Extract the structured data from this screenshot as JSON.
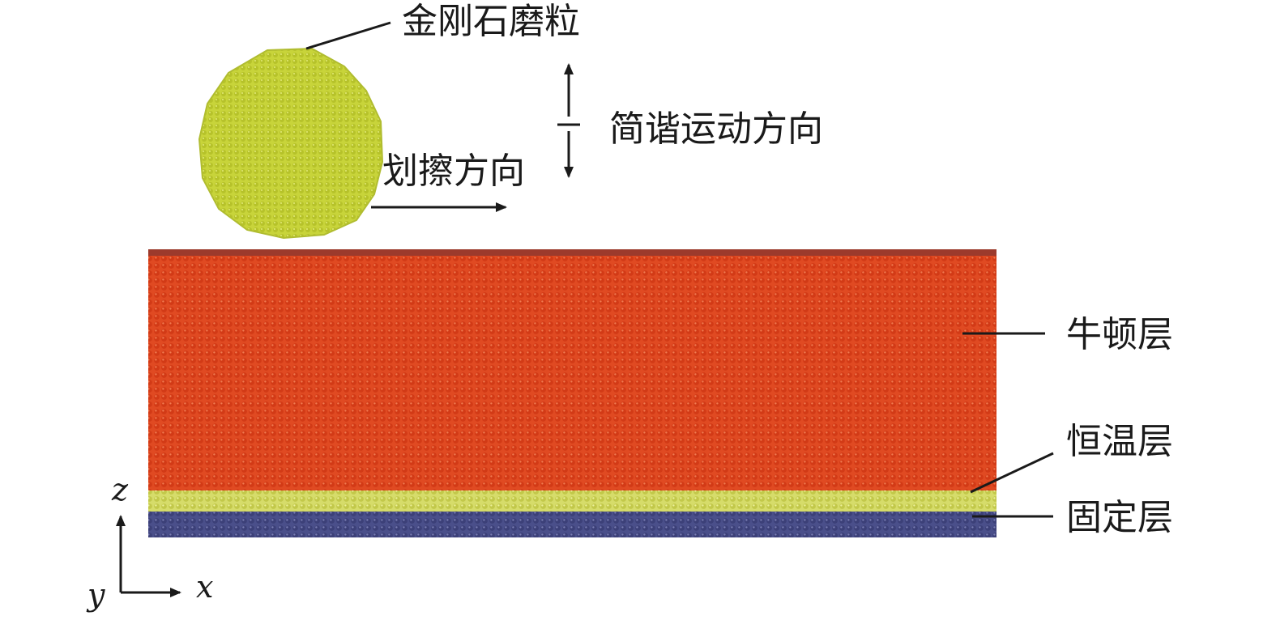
{
  "labels": {
    "diamond_grain": "金刚石磨粒",
    "harmonic_direction": "简谐运动方向",
    "scratch_direction": "划擦方向",
    "newton_layer": "牛顿层",
    "thermostat_layer": "恒温层",
    "fixed_layer": "固定层"
  },
  "axes": {
    "z": "z",
    "y": "y",
    "x": "x"
  },
  "colors": {
    "diamond": "#c8d43a",
    "diamond_dot": "#9aa820",
    "newton": "#e04a22",
    "newton_dot": "#a82a10",
    "newton_top": "#9c3a2c",
    "thermostat": "#d6dc6a",
    "thermostat_dot": "#a3ab2a",
    "fixed": "#4a4f8a",
    "fixed_dot": "#2e3264",
    "ink": "#1a1a1a"
  }
}
